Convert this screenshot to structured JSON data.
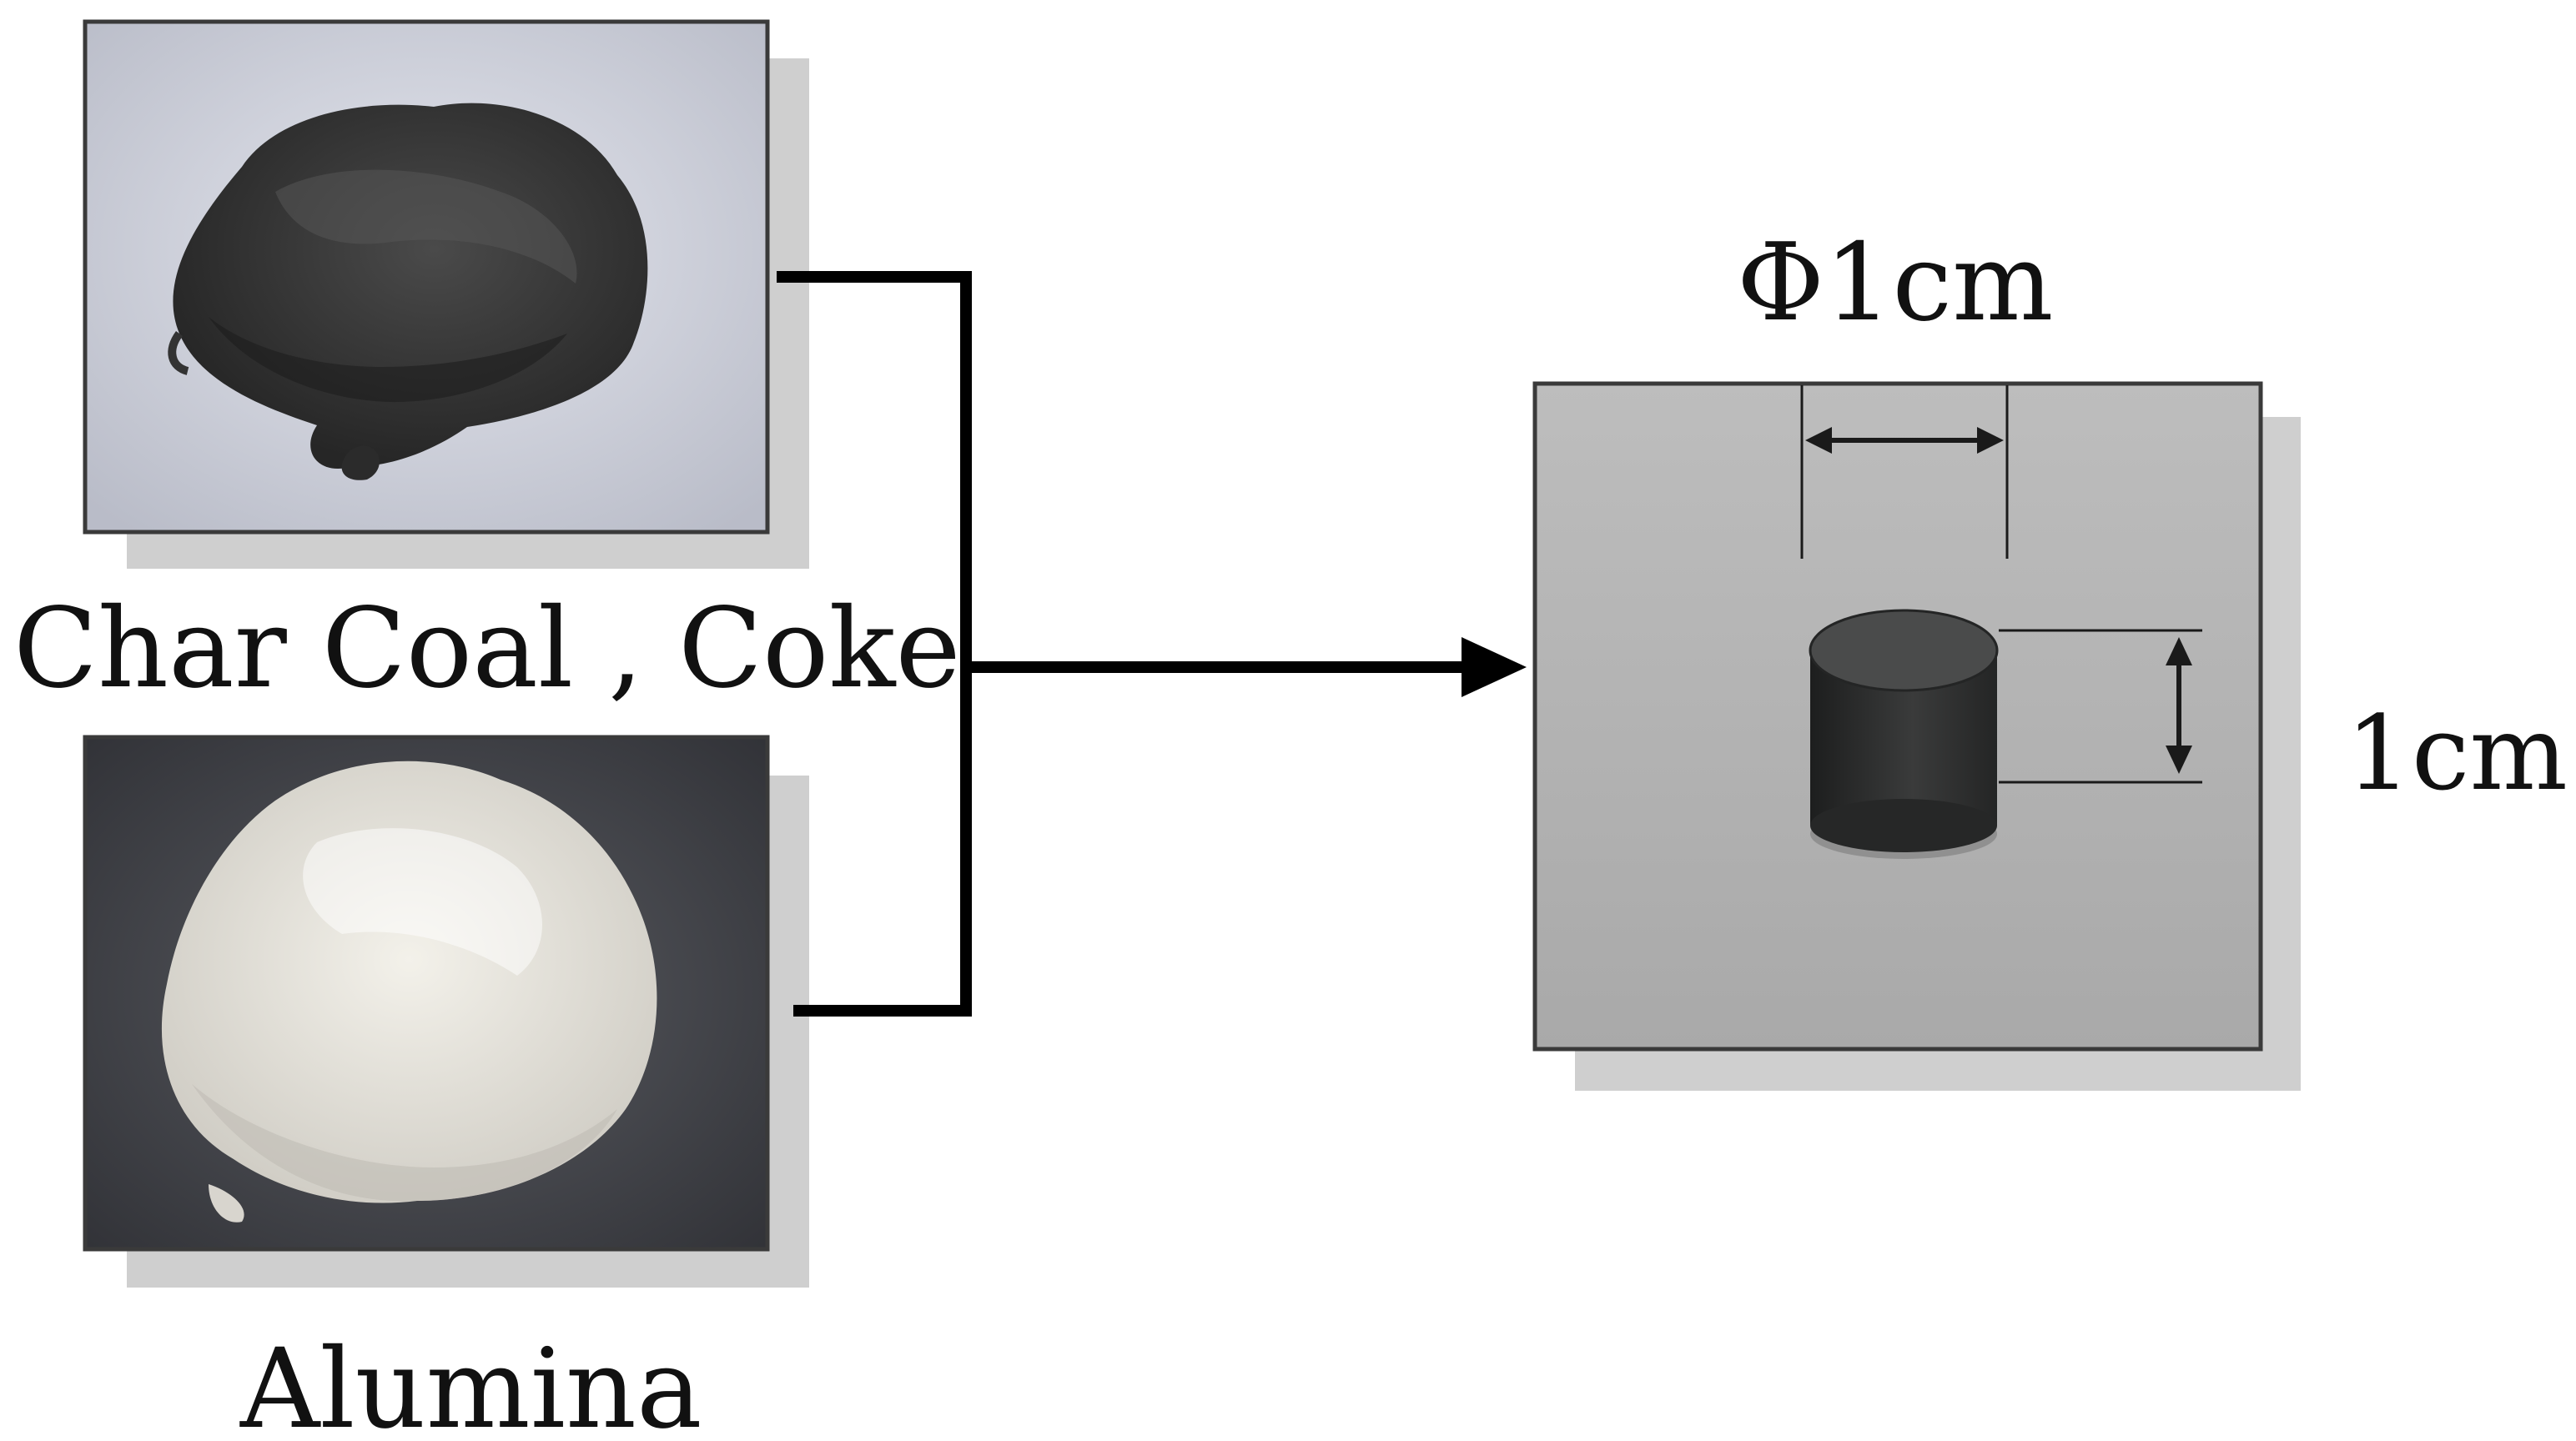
{
  "labels": {
    "top_powder": "Char Coal , Coke",
    "bottom_powder": "Alumina",
    "pellet_diameter": "Φ1cm",
    "pellet_height": "1cm"
  },
  "colors": {
    "line": "#000000",
    "shadow": "#cfcfcf",
    "photo_border": "#3a3a3a",
    "charcoal_bg": "#c9ccd6",
    "charcoal_powder": "#3c3c3c",
    "alumina_bg": "#4a4c52",
    "alumina_powder": "#e6e4dd",
    "pellet_bg": "#b4b4b4",
    "pellet_body": "#2e2f2f"
  }
}
